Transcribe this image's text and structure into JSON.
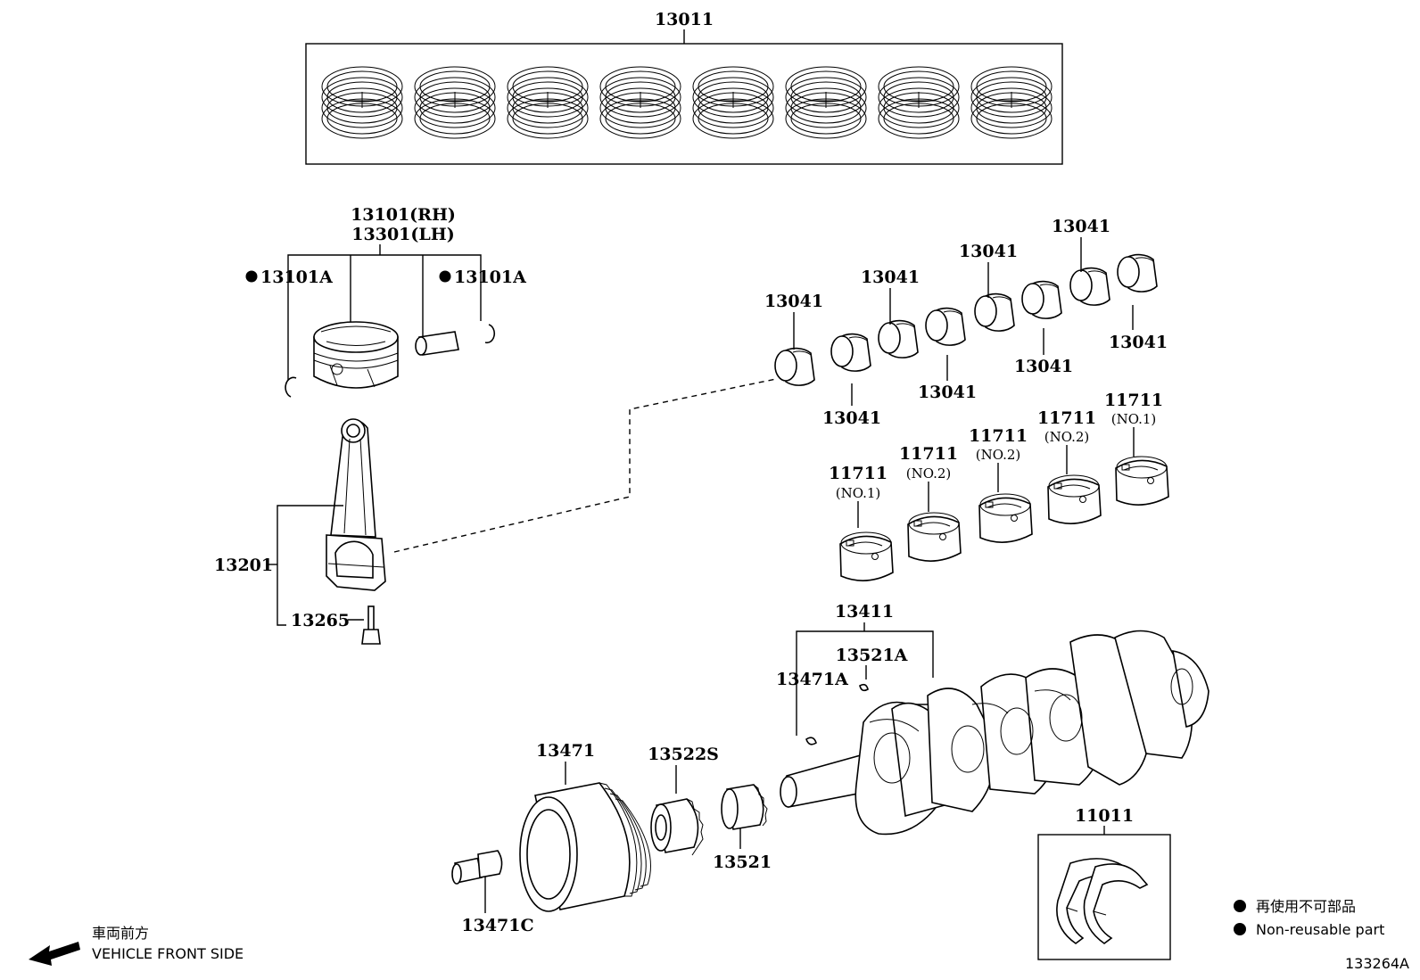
{
  "parts": {
    "ring_set": "13011",
    "piston_rh": "13101(RH)",
    "piston_lh": "13301(LH)",
    "piston_snap_left": "13101A",
    "piston_snap_right": "13101A",
    "conrod": "13201",
    "conrod_bolt": "13265",
    "conrod_bearing": "13041",
    "main_bearing": "11711",
    "main_bearing_no1": "(NO.1)",
    "main_bearing_no2": "(NO.2)",
    "crankshaft": "13411",
    "crank_key_a": "13521A",
    "pulley_key": "13471A",
    "pulley": "13471",
    "pulley_bolt": "13471C",
    "crank_sprocket_s": "13522S",
    "crank_sprocket": "13521",
    "thrust_washer_set": "11011"
  },
  "legend": {
    "jp": "再使用不可部品",
    "en": "Non-reusable part"
  },
  "orientation": {
    "jp": "車両前方",
    "en": "VEHICLE FRONT SIDE"
  },
  "diagram_id": "133264A"
}
